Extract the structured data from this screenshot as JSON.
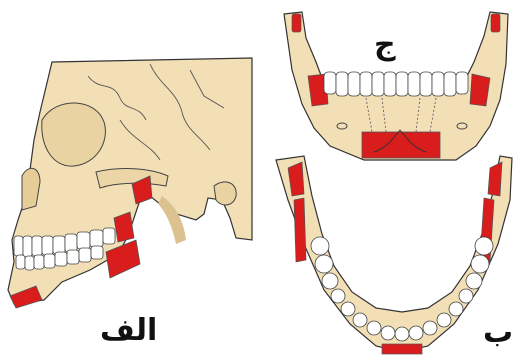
{
  "labels": {
    "a": "الف",
    "b": "ب",
    "c": "ج"
  },
  "colors": {
    "bone": "#f2dfb5",
    "outline": "#333333",
    "muscle": "#d91c1c",
    "tooth": "#ffffff",
    "background": "#ffffff"
  },
  "icons": {
    "skull": "skull-lateral-view",
    "mandible_top": "mandible-occlusal-view",
    "mandible_front": "mandible-anterior-view"
  }
}
